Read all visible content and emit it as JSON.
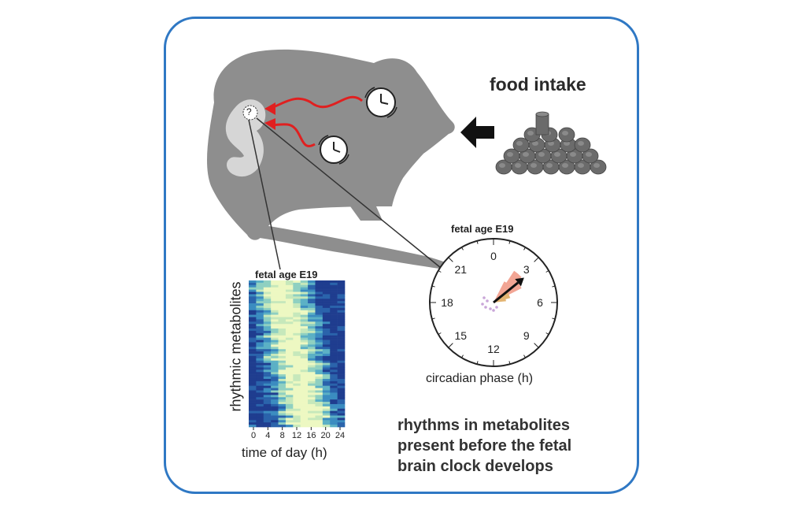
{
  "labels": {
    "food_intake": "food intake",
    "fetal_age_heatmap": "fetal age E19",
    "fetal_age_clock": "fetal age E19",
    "y_axis": "rhythmic metabolites",
    "x_axis": "time of day (h)",
    "phase_axis": "circadian phase (h)",
    "summary": [
      "rhythms in metabolites",
      "present before the fetal",
      "brain clock develops"
    ],
    "question_mark": "?"
  },
  "heatmap": {
    "time_ticks": [
      "0",
      "4",
      "8",
      "12",
      "16",
      "20",
      "24"
    ],
    "rows": 64,
    "columns": 13,
    "colors": [
      "#1f3d8f",
      "#2a63ab",
      "#3b8cc0",
      "#5bb0c5",
      "#8fd0c1",
      "#c6e8bb",
      "#edf8c2"
    ]
  },
  "clock": {
    "hour_labels": [
      "0",
      "3",
      "6",
      "9",
      "12",
      "15",
      "18",
      "21"
    ],
    "arrow_phase_h": 3.4,
    "sector_colors": {
      "primary": "#f2a594",
      "secondary": "#e3b472",
      "dots": "#c9a6d8"
    }
  },
  "colors": {
    "frame": "#2f78c4",
    "rat": "#8e8e8e",
    "pup": "#d6d6d6",
    "arrow": "#e02020",
    "pellet": "#6b6b6b"
  }
}
